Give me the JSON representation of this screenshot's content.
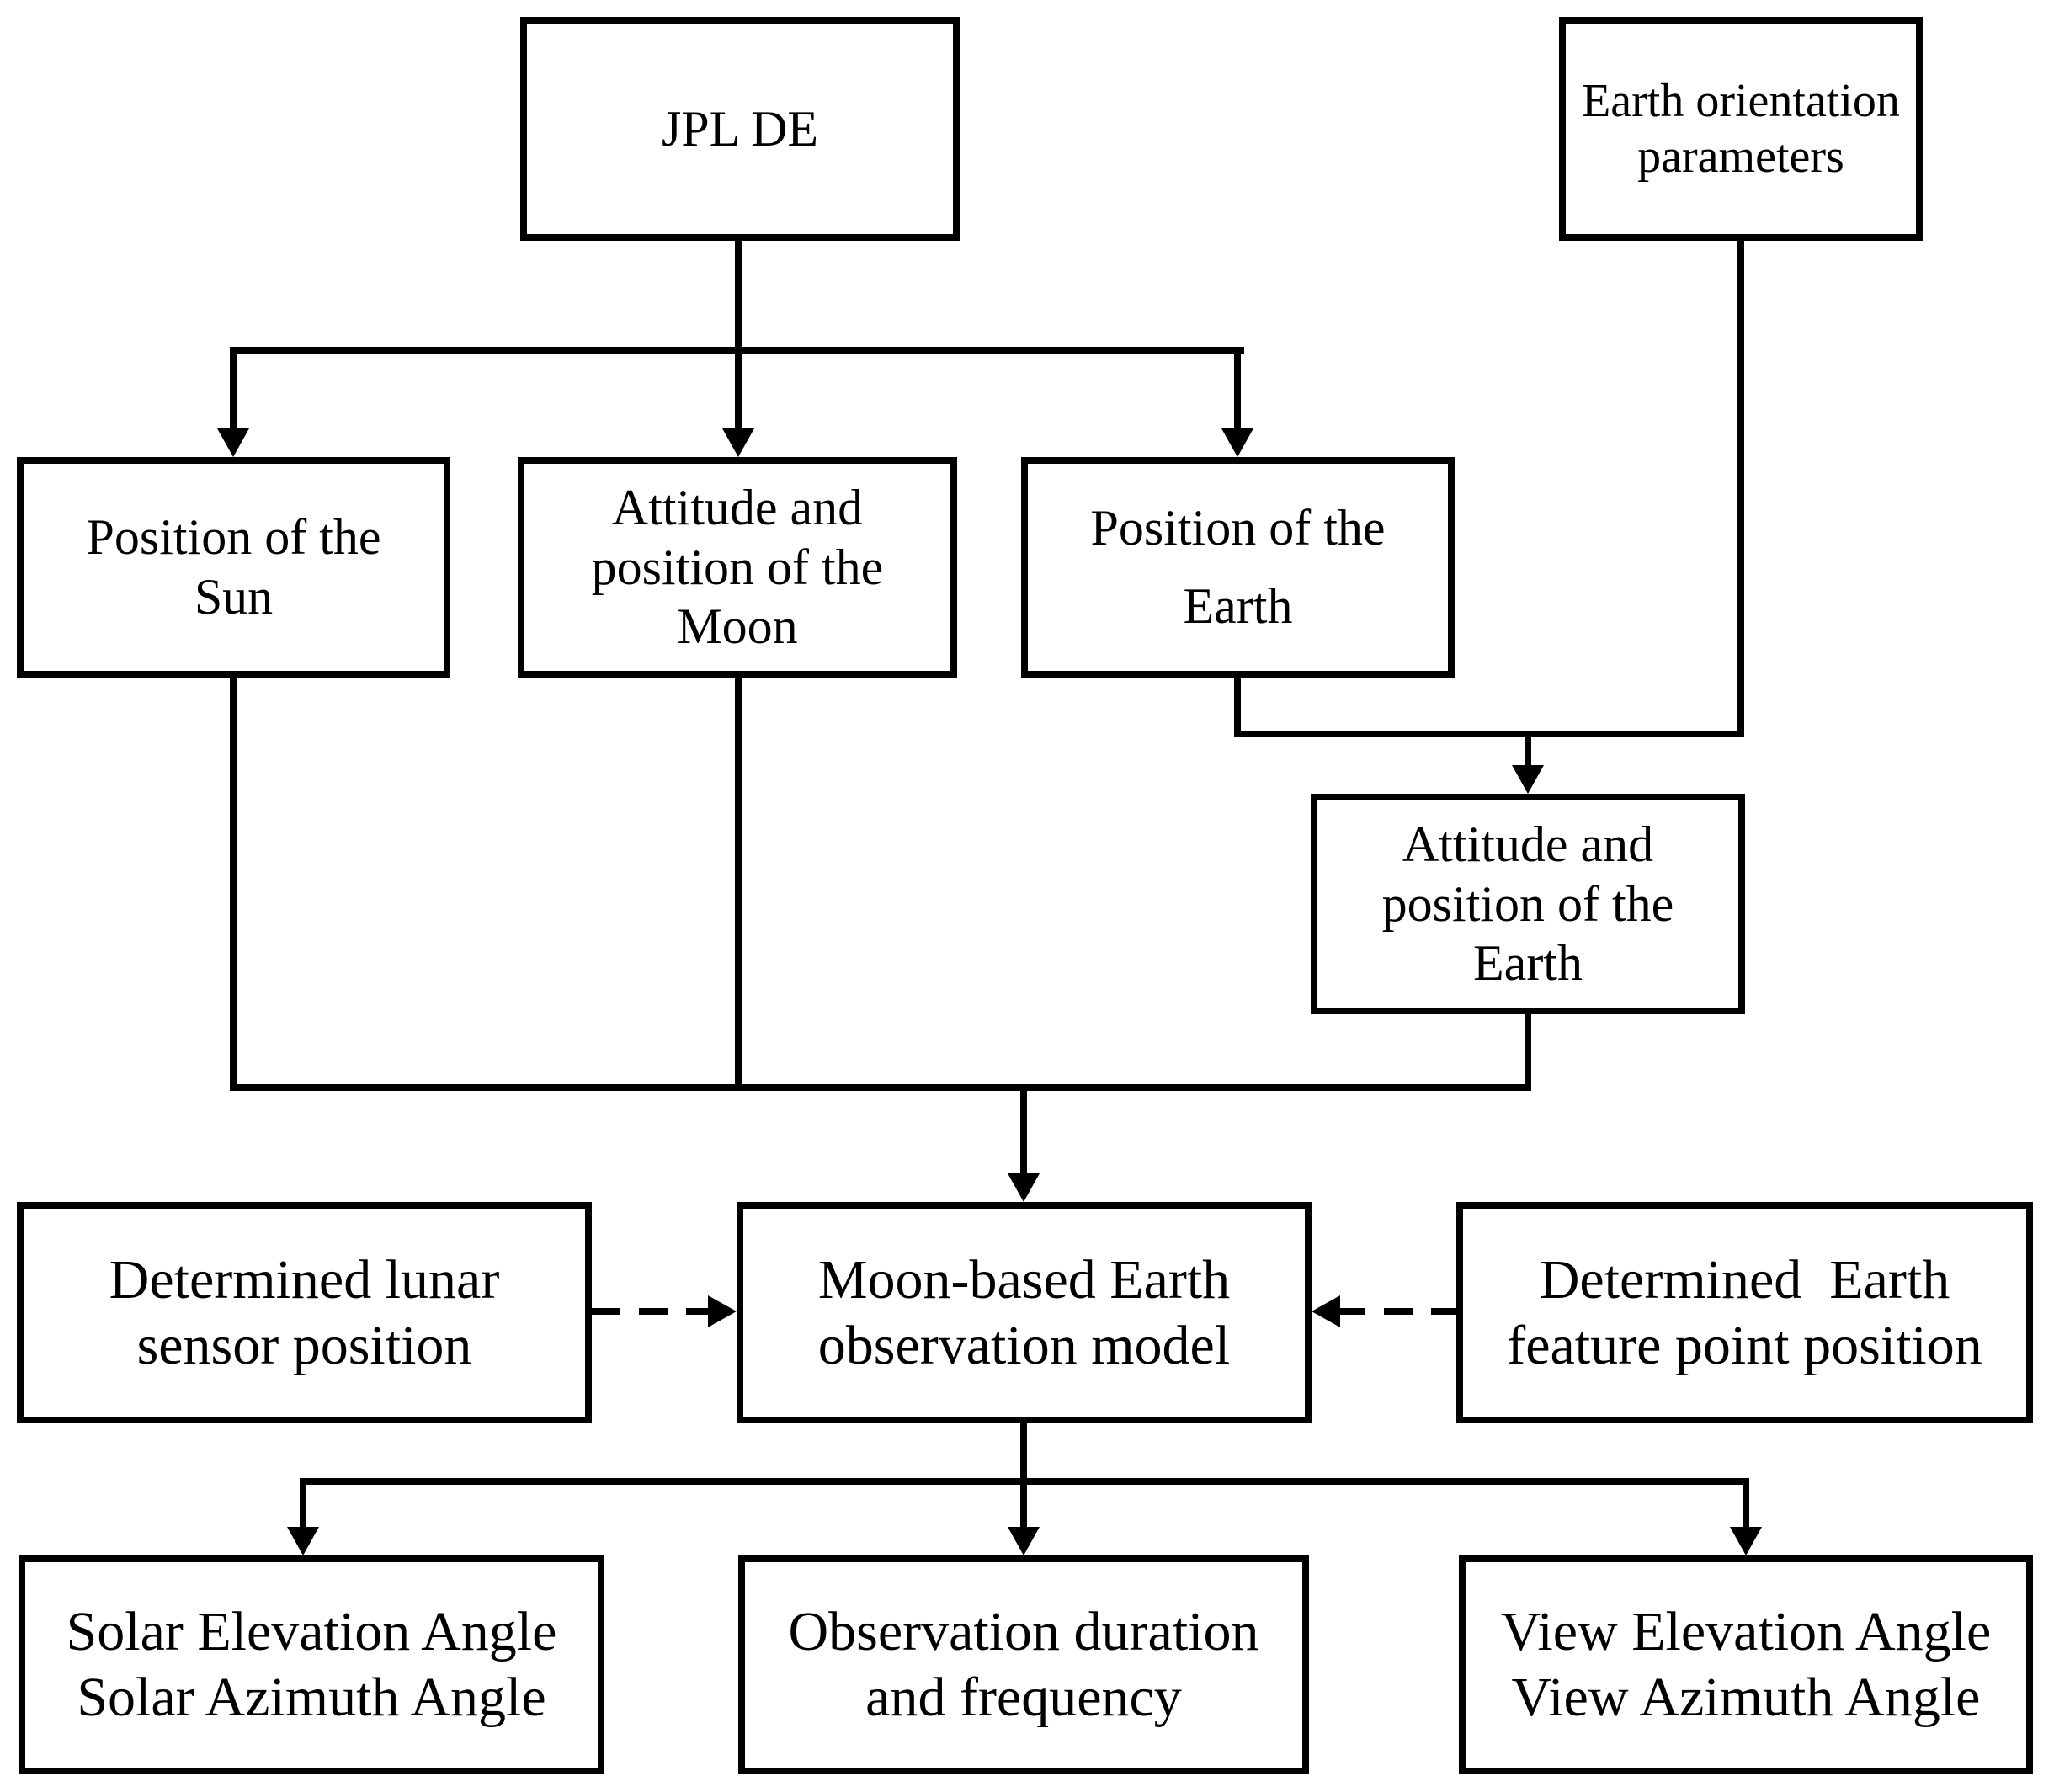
{
  "figure": {
    "type": "flowchart",
    "colors": {
      "background": "#ffffff",
      "line": "#000000",
      "text": "#000000"
    }
  },
  "nodes": {
    "jpl_de": {
      "lines": [
        "JPL DE"
      ]
    },
    "eop": {
      "lines": [
        "Earth orientation",
        "parameters"
      ]
    },
    "sun": {
      "lines": [
        "Position of the",
        "Sun"
      ]
    },
    "moon": {
      "lines": [
        "Attitude and",
        "position of the",
        "Moon"
      ]
    },
    "earth_pos": {
      "lines": [
        "Position of the",
        "Earth"
      ]
    },
    "earth_att": {
      "lines": [
        "Attitude and",
        "position of the",
        "Earth"
      ]
    },
    "lunar_sensor": {
      "lines": [
        "Determined lunar",
        "sensor position"
      ]
    },
    "moon_model": {
      "lines": [
        "Moon-based Earth",
        "observation model"
      ]
    },
    "earth_feature": {
      "lines": [
        "Determined  Earth",
        "feature point position"
      ]
    },
    "solar_angles": {
      "lines": [
        "Solar Elevation Angle",
        "Solar Azimuth Angle"
      ]
    },
    "observation": {
      "lines": [
        "Observation duration",
        "and frequency"
      ]
    },
    "view_angles": {
      "lines": [
        "View Elevation Angle",
        "View Azimuth Angle"
      ]
    }
  }
}
